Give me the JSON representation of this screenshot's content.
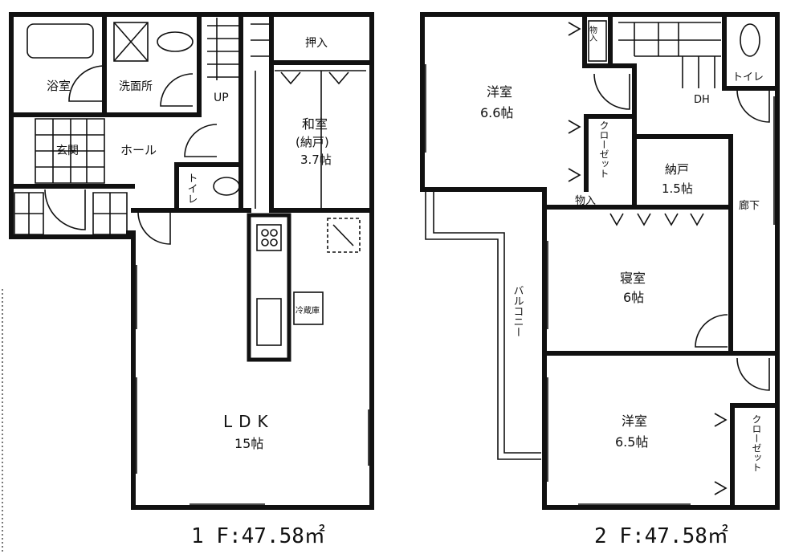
{
  "floor1": {
    "area_label": "1 F:47.58㎡",
    "rooms": {
      "bath": "浴室",
      "washroom": "洗面所",
      "closet": "押入",
      "up": "UP",
      "japanese_room": "和室",
      "storage_note": "(納戸)",
      "japanese_size": "3.7帖",
      "entrance": "玄関",
      "hall": "ホール",
      "toilet": "トイレ",
      "ldk": "LDK",
      "ldk_size": "15帖",
      "fridge": "冷蔵庫"
    }
  },
  "floor2": {
    "area_label": "2 F:47.58㎡",
    "rooms": {
      "western1": "洋室",
      "western1_size": "6.6帖",
      "stairs_storage": "物入",
      "toilet": "トイレ",
      "dh": "DH",
      "closet_a": "クローゼット",
      "storage": "納戸",
      "storage_size": "1.5帖",
      "corridor": "廊下",
      "closet_b": "物入",
      "balcony": "バルコニー",
      "bedroom": "寝室",
      "bedroom_size": "6帖",
      "western2": "洋室",
      "western2_size": "6.5帖",
      "closet_c": "クローゼット"
    }
  }
}
